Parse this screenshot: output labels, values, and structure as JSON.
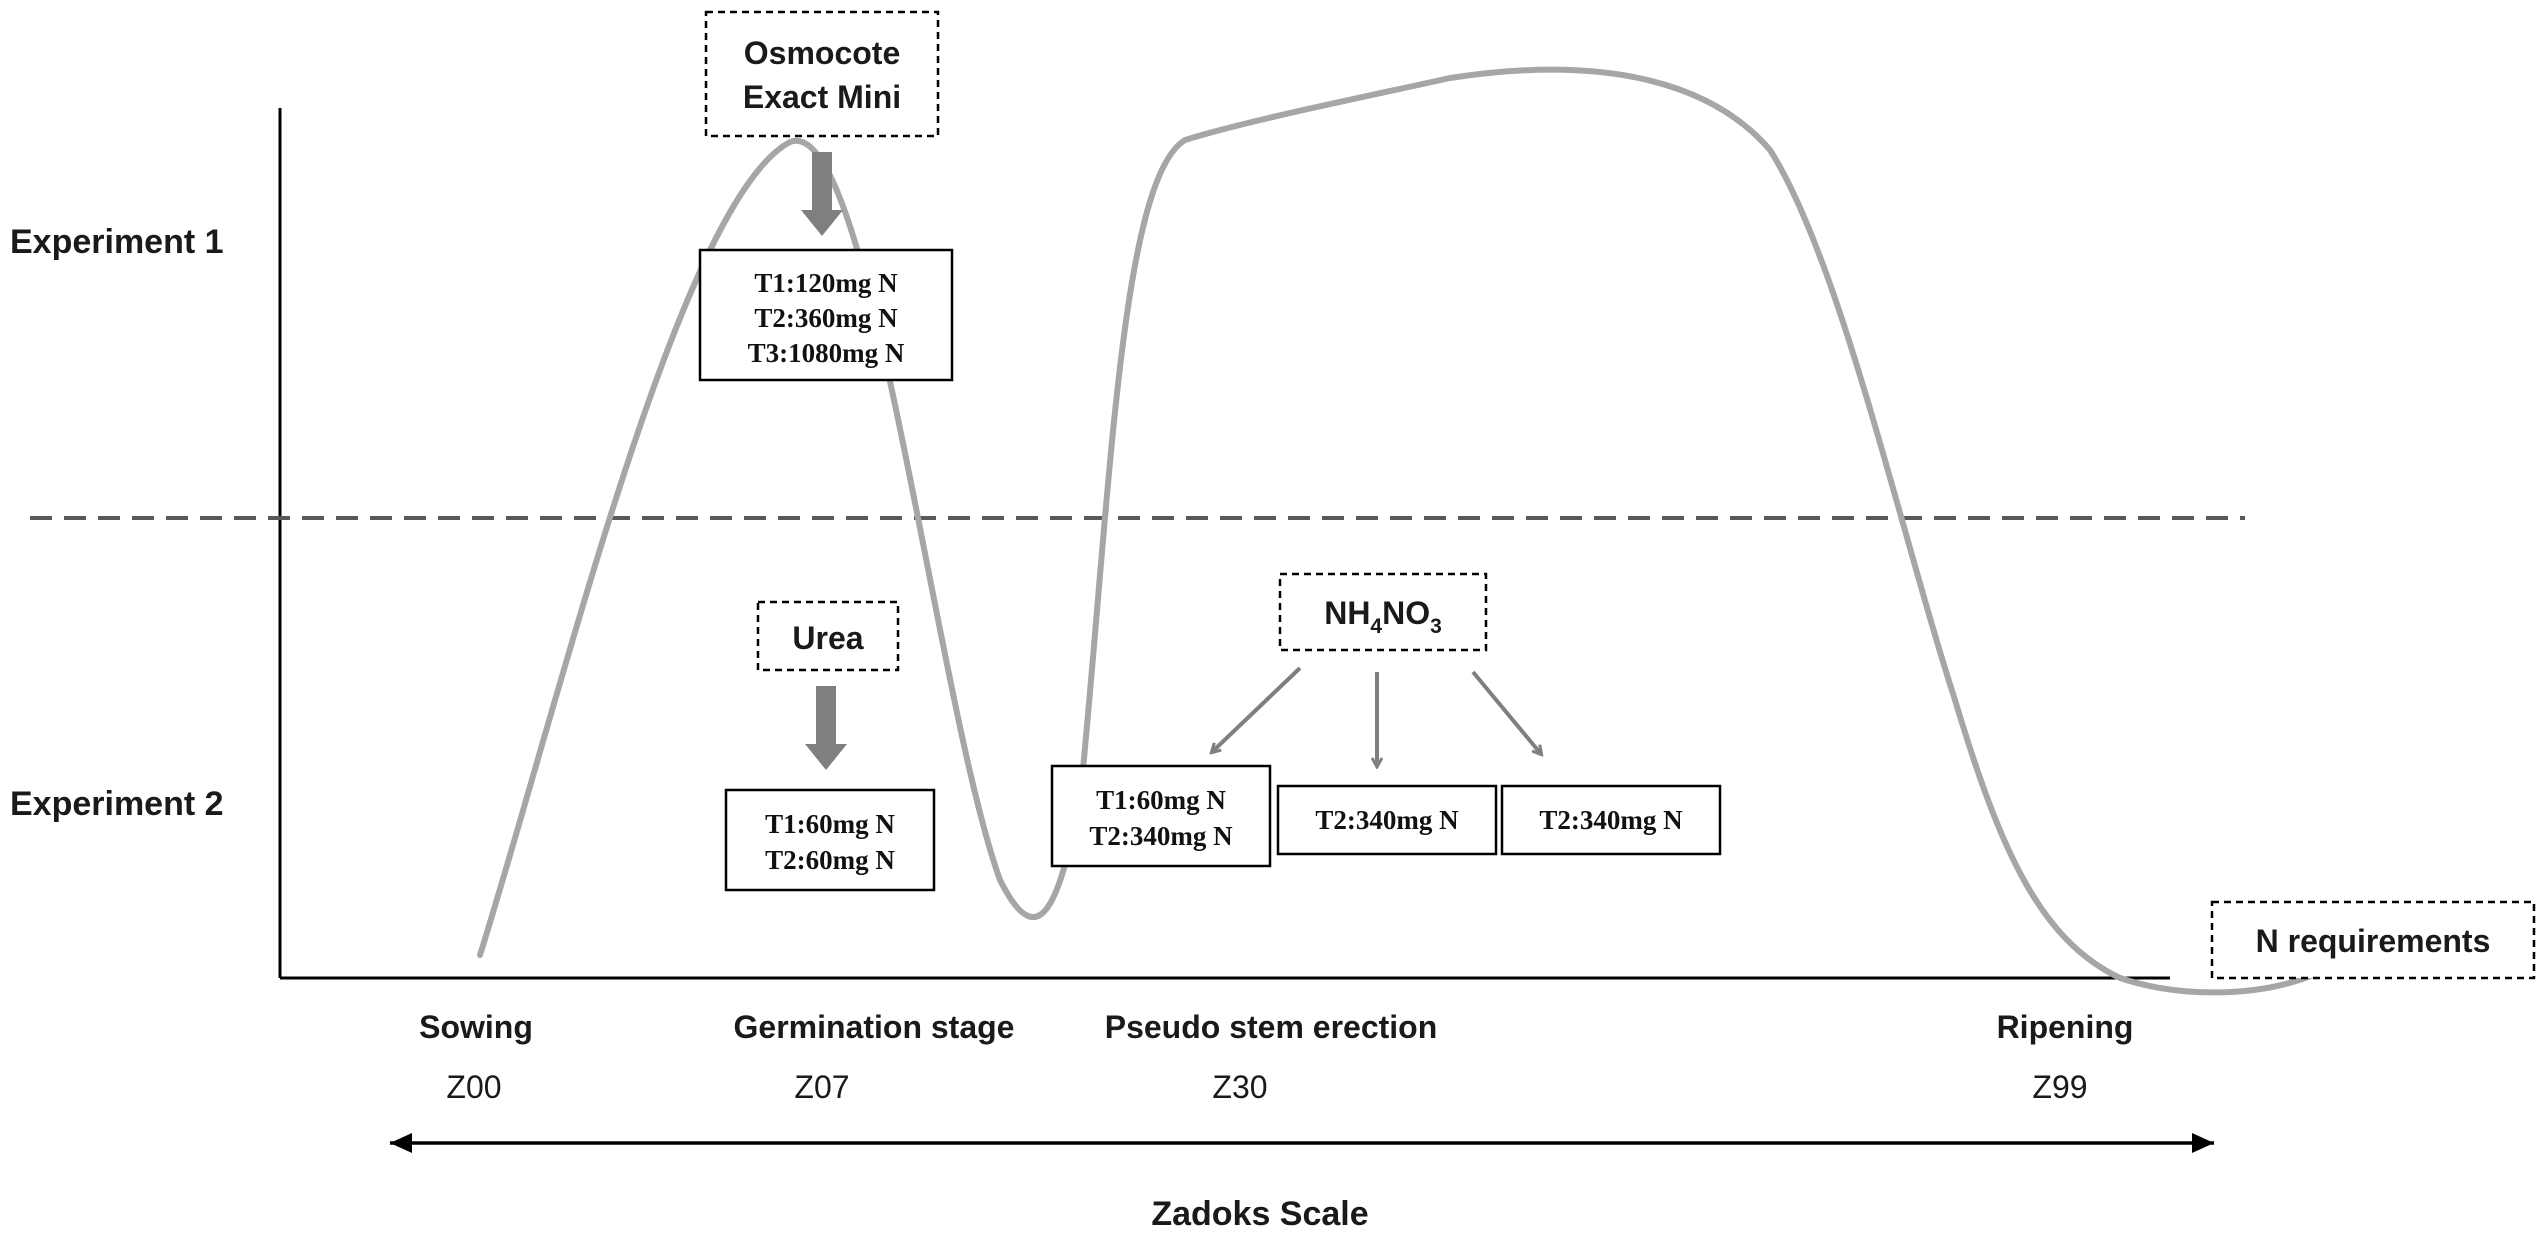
{
  "rows": {
    "experiment1": "Experiment 1",
    "experiment2": "Experiment 2"
  },
  "fertilizers": {
    "osmocote_line1": "Osmocote",
    "osmocote_line2": "Exact Mini",
    "urea": "Urea",
    "nh4no3_base": "NH",
    "nh4no3_sub1": "4",
    "nh4no3_mid": "NO",
    "nh4no3_sub2": "3"
  },
  "treatments": {
    "exp1": [
      "T1:120mg N",
      "T2:360mg N",
      "T3:1080mg N"
    ],
    "urea": [
      "T1:60mg N",
      "T2:60mg N"
    ],
    "nh4_a": [
      "T1:60mg N",
      "T2:340mg N"
    ],
    "nh4_b": "T2:340mg N",
    "nh4_c": "T2:340mg N"
  },
  "curve_label": "N requirements",
  "stages": [
    {
      "name": "Sowing",
      "code": "Z00"
    },
    {
      "name": "Germination stage",
      "code": "Z07"
    },
    {
      "name": "Pseudo stem erection",
      "code": "Z30"
    },
    {
      "name": "Ripening",
      "code": "Z99"
    }
  ],
  "scale_label": "Zadoks Scale",
  "colors": {
    "curve": "#a6a6a6",
    "arrow": "#7f7f7f",
    "text": "#1a1a1a"
  }
}
